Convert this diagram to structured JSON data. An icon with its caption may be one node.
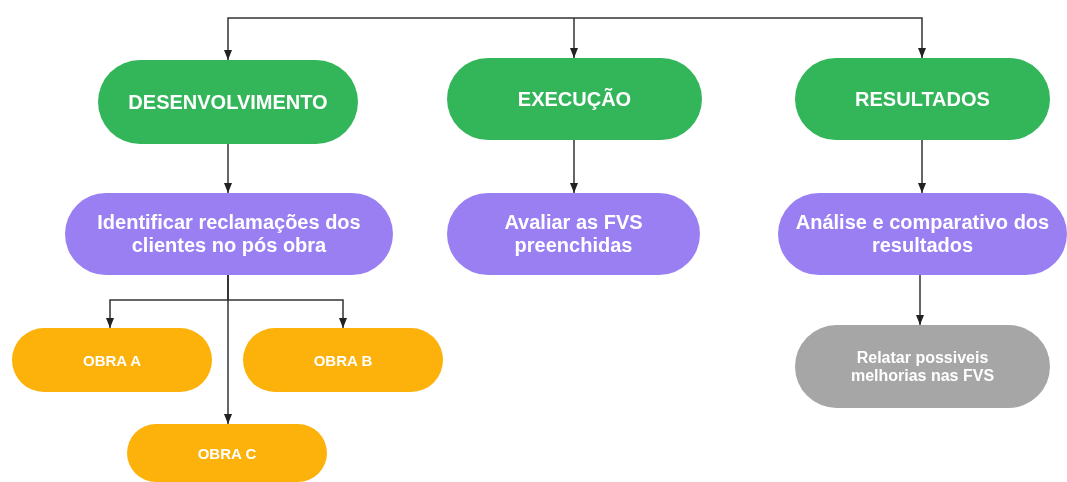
{
  "diagram": {
    "nodes": [
      {
        "text": [
          "DESENVOLVIMENTO"
        ]
      },
      {
        "text": [
          "EXECUÇÃO"
        ]
      },
      {
        "text": [
          "RESULTADOS"
        ]
      },
      {
        "text": [
          "Identificar reclamações dos clientes no pós obra"
        ]
      },
      {
        "text": [
          "Avaliar as FVS preenchidas"
        ]
      },
      {
        "text": [
          "Análise e comparativo dos resultados"
        ]
      },
      {
        "text": [
          "OBRA A"
        ]
      },
      {
        "text": [
          "OBRA B"
        ]
      },
      {
        "text": [
          "OBRA C"
        ]
      },
      {
        "text": [
          "Relatar possiveis melhorias nas FVS"
        ]
      }
    ],
    "edges": [
      {
        "from": null,
        "to": 0,
        "arrow": "to"
      },
      {
        "from": null,
        "to": 1,
        "arrow": "to"
      },
      {
        "from": null,
        "to": 2,
        "arrow": "to"
      },
      {
        "from": 0,
        "to": 3,
        "arrow": "to"
      },
      {
        "from": 1,
        "to": 4,
        "arrow": "to"
      },
      {
        "from": 2,
        "to": 5,
        "arrow": "to"
      },
      {
        "from": 3,
        "to": 6,
        "arrow": "to"
      },
      {
        "from": 3,
        "to": 7,
        "arrow": "to"
      },
      {
        "from": 3,
        "to": 8,
        "arrow": "to"
      },
      {
        "from": 5,
        "to": 9,
        "arrow": "to"
      }
    ]
  }
}
